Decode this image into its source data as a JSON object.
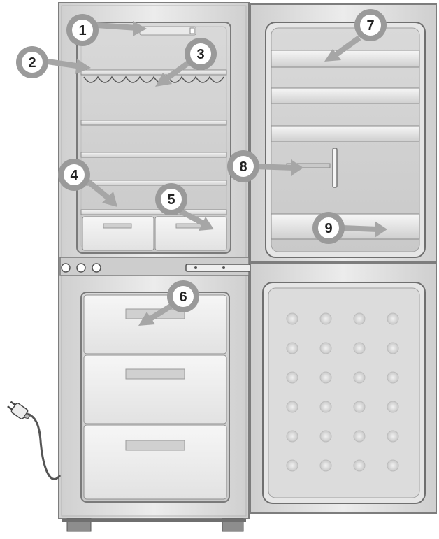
{
  "diagram": {
    "kind": "fridge-freezer-parts-diagram",
    "colors": {
      "cabinet": "#e4e4e4",
      "cabinet_edge": "#8a8a8a",
      "interior": "#d2d2d2",
      "shelf_glass": "#f0f0f0",
      "callout_fill": "#9a9a9a",
      "callout_inner": "#ffffff",
      "label_text": "#222222",
      "arrow": "#a6a6a6",
      "cable": "#555555"
    },
    "callouts": [
      {
        "id": "callout-1",
        "label": "1"
      },
      {
        "id": "callout-2",
        "label": "2"
      },
      {
        "id": "callout-3",
        "label": "3"
      },
      {
        "id": "callout-4",
        "label": "4"
      },
      {
        "id": "callout-5",
        "label": "5"
      },
      {
        "id": "callout-6",
        "label": "6"
      },
      {
        "id": "callout-7",
        "label": "7"
      },
      {
        "id": "callout-8",
        "label": "8"
      },
      {
        "id": "callout-9",
        "label": "9"
      }
    ],
    "icons": [
      "power-plug-icon",
      "control-knob-icon",
      "door-handle-icon",
      "freezer-ice-bump-icon"
    ]
  }
}
